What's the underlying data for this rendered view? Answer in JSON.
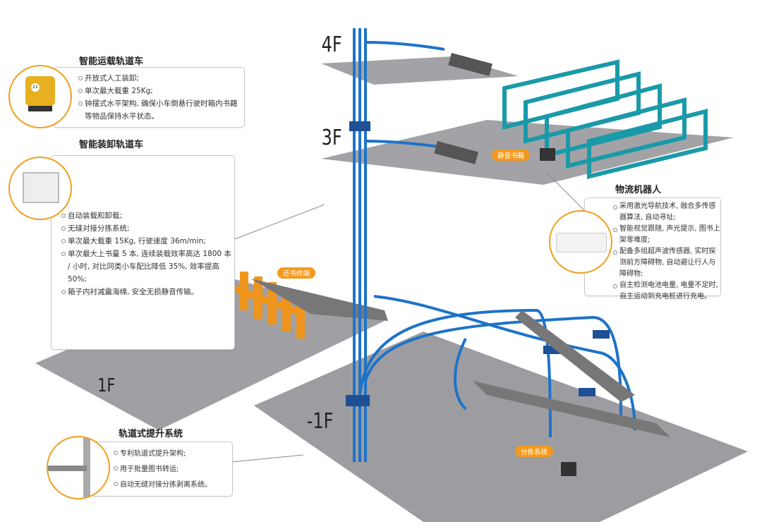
{
  "floors": {
    "f4": "4F",
    "f3": "3F",
    "f1": "1F",
    "fb1": "-1F"
  },
  "tags": {
    "return_terminal": "还书终端",
    "silent_box": "静音书箱",
    "sorting": "分拣系统"
  },
  "cart": {
    "title": "智能运载轨道车",
    "badge": "11",
    "items": [
      "开放式人工装卸;",
      "单次最大载重 25Kg;",
      "钟摆式水平架构, 确保小车倒悬行驶时箱内书籍等物品保持水平状态。"
    ]
  },
  "loader": {
    "title": "智能装卸轨道车",
    "items": [
      "自动装载和卸载;",
      "无缝对接分拣系统;",
      "单次最大载重 15Kg, 行驶速度 36m/min;",
      "单次最大上书量 5 本, 连续装载效率高达 1800 本 / 小时, 对比同类小车配比降低 35%, 效率提高 50%;",
      "箱子内衬减震海绵, 安全无损静音传输。"
    ]
  },
  "robot": {
    "title": "物流机器人",
    "items": [
      "采用激光导航技术, 融合多传感器算法, 自动寻址;",
      "智能视觉跟随, 声光提示, 图书上架零难度;",
      "配备多组超声波传感器, 实时探测前方障碍物, 自动避让行人与障碍物;",
      "自主检测电池电量, 电量不足时, 自主运动到充电桩进行充电。"
    ]
  },
  "lift": {
    "title": "轨道式提升系统",
    "items": [
      "专利轨道式提升架构;",
      "用于批量图书转运;",
      "自动无缝对接分拣剥离系统。"
    ]
  },
  "colors": {
    "track": "#1e73c8",
    "floor": "#9a9a9e",
    "shelf": "#1a9aa8",
    "terminal": "#f0951c",
    "accent": "#f0a020"
  }
}
